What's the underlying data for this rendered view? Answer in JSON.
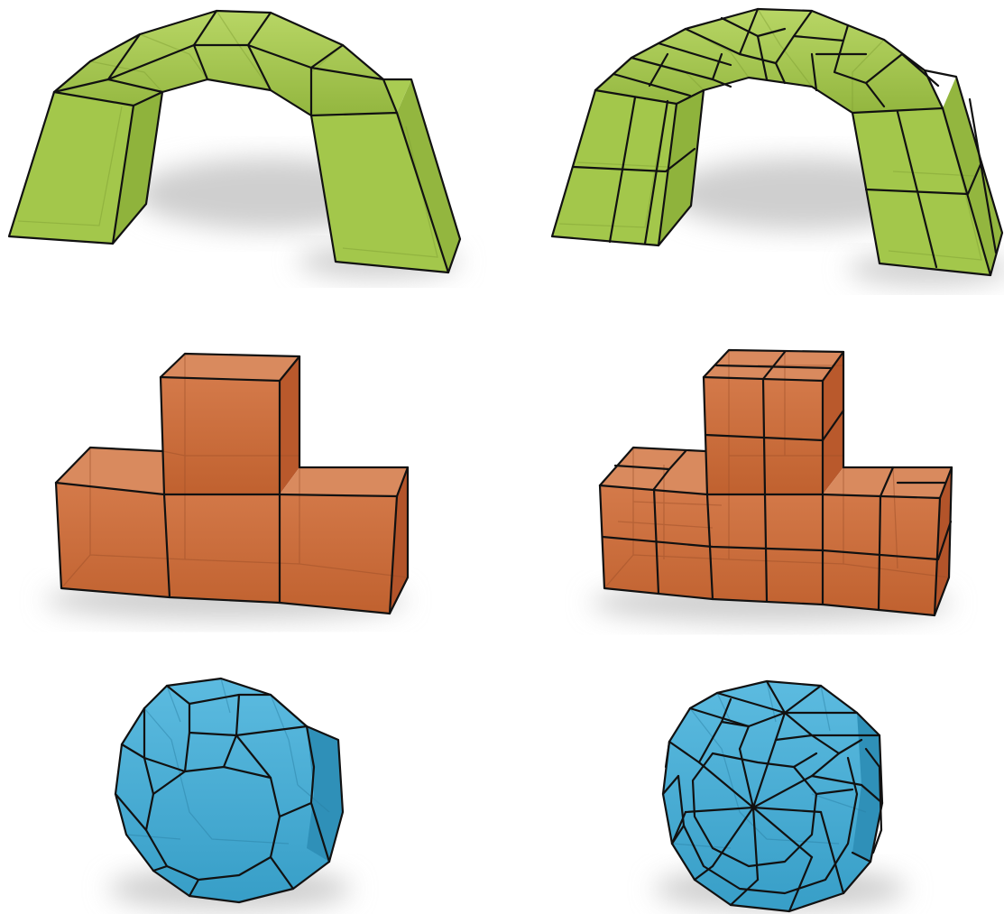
{
  "figure": {
    "background": "#ffffff",
    "rows": [
      {
        "name": "arch",
        "color": "#a3c74b",
        "color_light": "#b8d665",
        "color_dark": "#8fb33c",
        "hidden_edge_color": "#7f9e33",
        "panels": [
          "coarse",
          "refined"
        ]
      },
      {
        "name": "t-block",
        "color": "#c8693a",
        "color_light": "#d97c4c",
        "color_dark": "#b35a2e",
        "hidden_edge_color": "#9a4e28",
        "panels": [
          "coarse",
          "refined"
        ]
      },
      {
        "name": "sphere",
        "color": "#3fa6ce",
        "color_light": "#5ab7dc",
        "color_dark": "#2f90b8",
        "hidden_edge_color": "#2a7fa3",
        "panels": [
          "coarse",
          "refined"
        ]
      }
    ]
  }
}
